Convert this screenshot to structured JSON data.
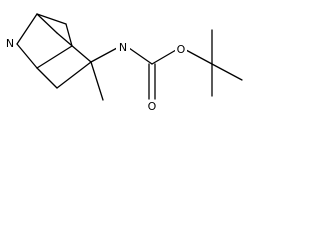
{
  "structure": {
    "atoms": {
      "amine_n": "N",
      "carbamate_n": "N",
      "carbonyl_o": "O",
      "ester_o": "O"
    },
    "bond_color": "#000000",
    "background": "#ffffff"
  }
}
